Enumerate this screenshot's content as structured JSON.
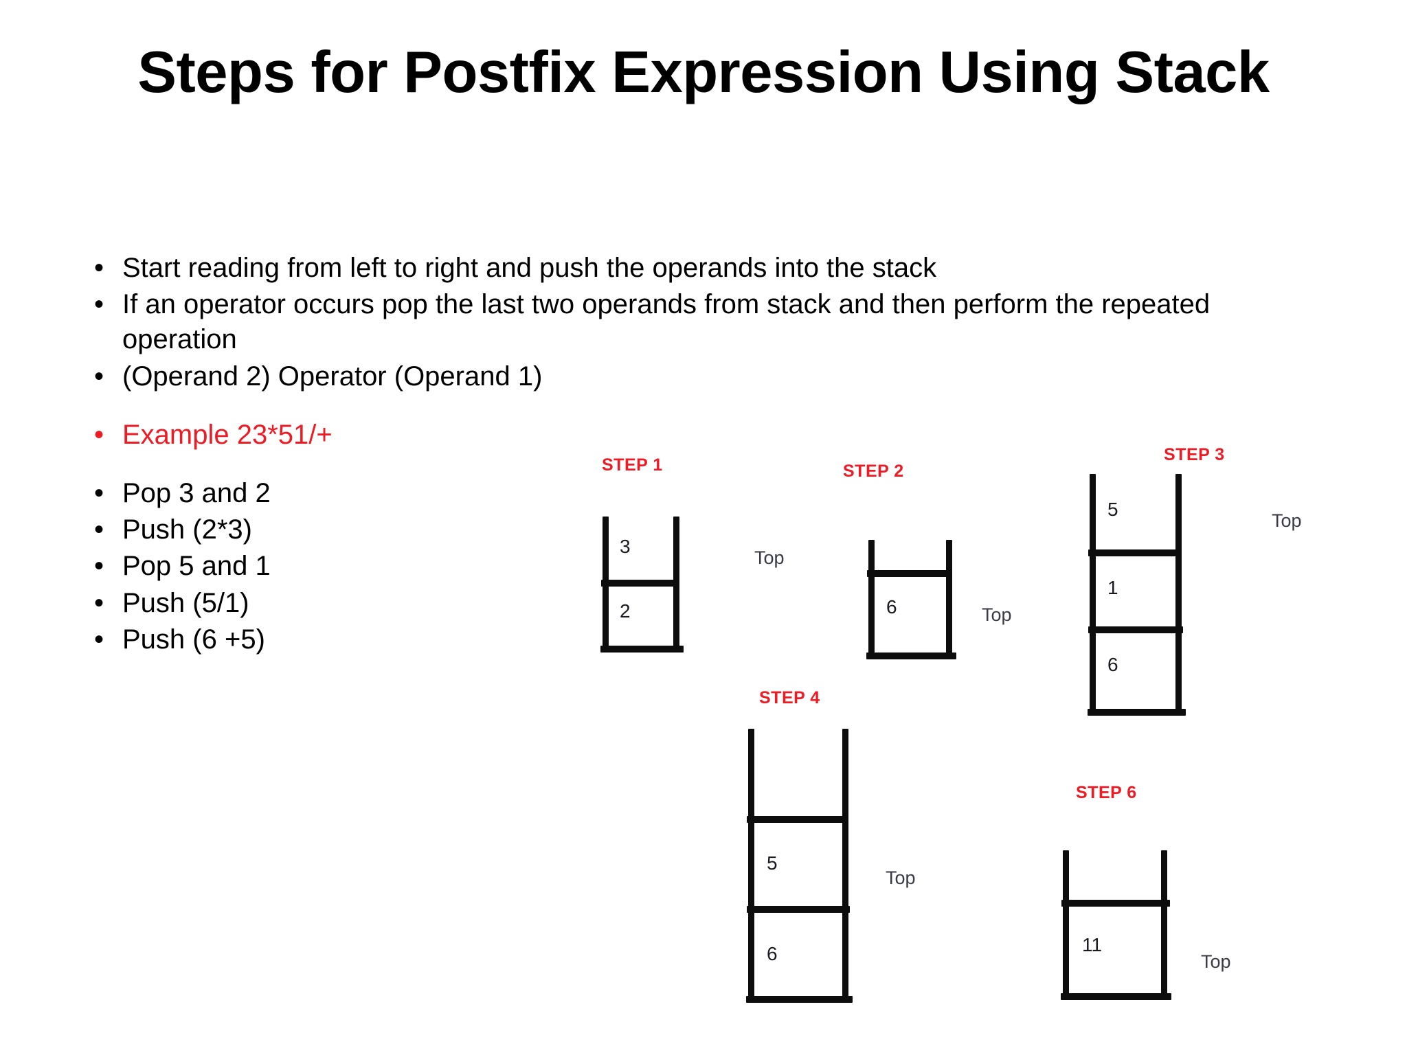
{
  "slide": {
    "title": "Steps for Postfix Expression Using Stack",
    "background_color": "#ffffff",
    "accent_color": "#ee1b24"
  },
  "bullets": [
    {
      "marker": "•",
      "text": "Start reading from left to right and push the operands into the stack",
      "accent": false
    },
    {
      "marker": "•",
      "text": "If an operator occurs pop the last two operands from stack and then perform the repeated operation",
      "accent": false
    },
    {
      "marker": "•",
      "text": "(Operand 2) Operator (Operand 1)",
      "accent": false
    },
    {
      "marker": "•",
      "text": "Example  23*51/+",
      "accent": true
    },
    {
      "marker": "•",
      "text": "Pop 3  and 2",
      "accent": false
    },
    {
      "marker": "•",
      "text": "Push (2*3)",
      "accent": false
    },
    {
      "marker": "•",
      "text": "Pop 5  and 1",
      "accent": false
    },
    {
      "marker": "•",
      "text": "Push (5/1)",
      "accent": false
    },
    {
      "marker": "•",
      "text": "Push (6 +5)",
      "accent": false
    }
  ],
  "diagram": {
    "top_label_text": "Top",
    "steps": [
      {
        "id": "step-1",
        "label": "STEP 1",
        "cells": [
          "3",
          "2"
        ],
        "top_label": "Top"
      },
      {
        "id": "step-2",
        "label": "STEP 2",
        "cells": [
          "6"
        ],
        "top_label": "Top"
      },
      {
        "id": "step-3",
        "label": "STEP 3",
        "cells": [
          "5",
          "1",
          "6"
        ],
        "top_label": "Top"
      },
      {
        "id": "step-4",
        "label": "STEP 4",
        "cells": [
          "",
          "5",
          "6"
        ],
        "top_label": "Top"
      },
      {
        "id": "step-6",
        "label": "STEP 6",
        "cells": [
          "11"
        ],
        "top_label": "Top"
      }
    ]
  }
}
